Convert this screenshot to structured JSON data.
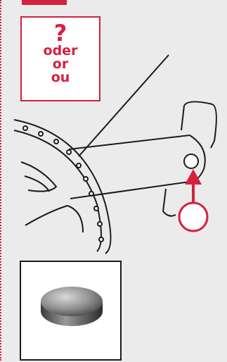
{
  "question_box": {
    "symbol": "?",
    "words": [
      "oder",
      "or",
      "ou"
    ]
  },
  "colors": {
    "accent": "#d4213d",
    "line": "#1a1a1a",
    "background": "#ebebeb"
  },
  "icons": {
    "arrow": "arrow-up-icon",
    "magnet": "magnet-icon"
  }
}
